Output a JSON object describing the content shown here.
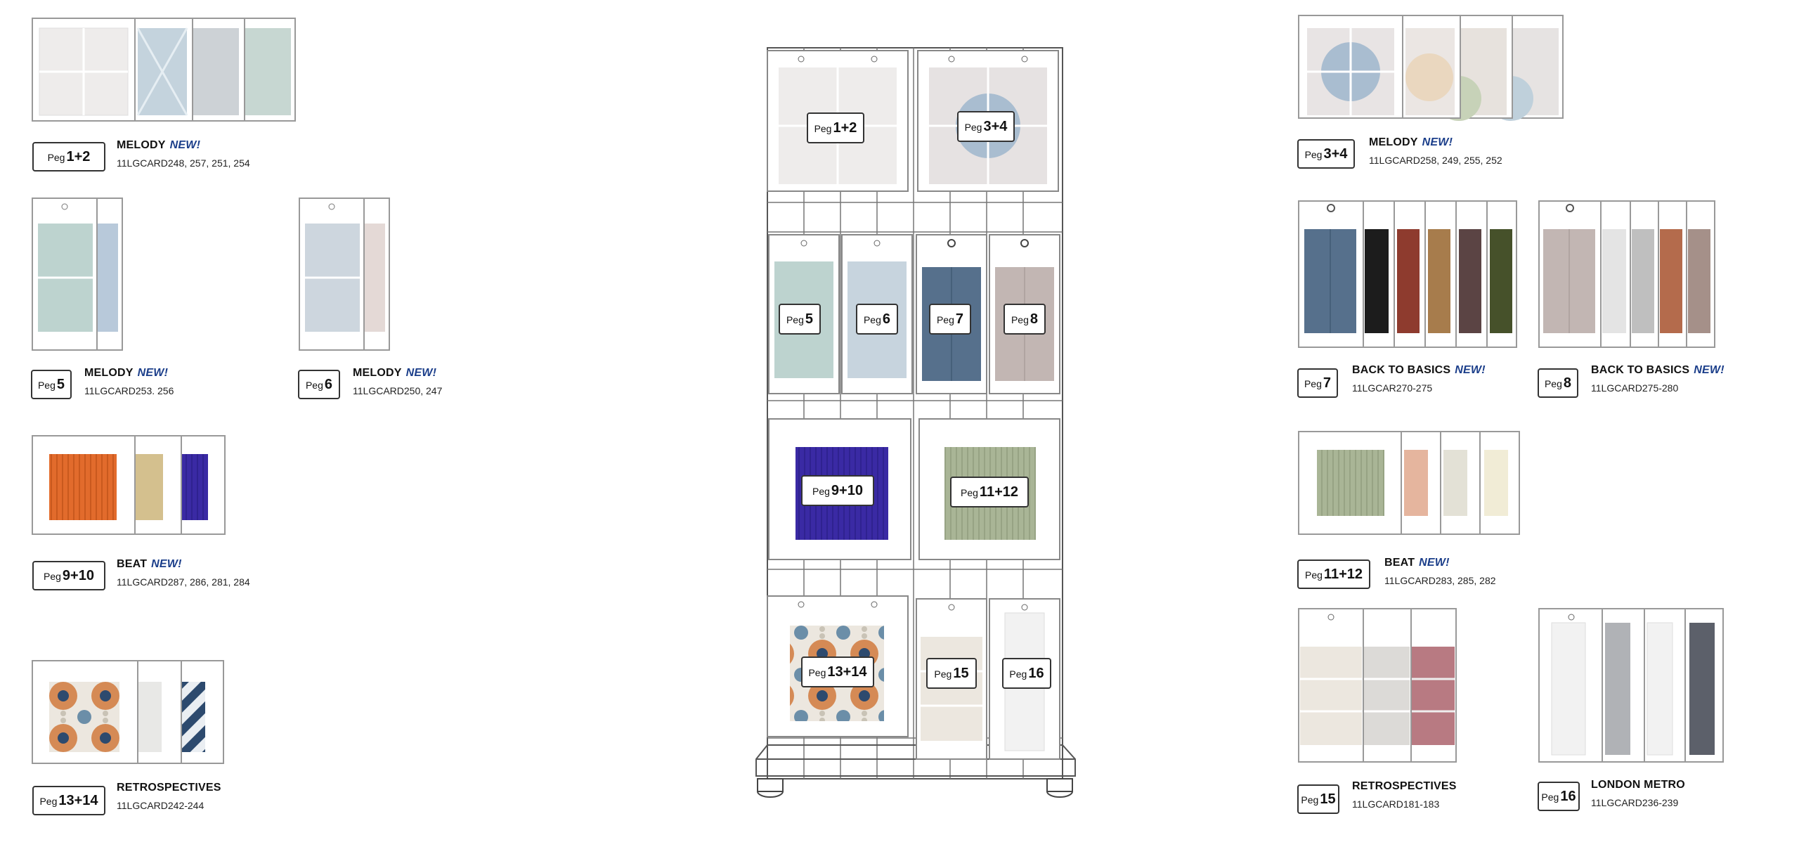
{
  "peg_prefix": "Peg",
  "new_badge": "NEW!",
  "left_column": [
    {
      "id": "1+2",
      "title": "MELODY",
      "isNew": true,
      "code": "11LGCARD248, 257, 251, 254"
    },
    {
      "id": "5",
      "title": "MELODY",
      "isNew": true,
      "code": "11LGCARD253. 256"
    },
    {
      "id": "6",
      "title": "MELODY",
      "isNew": true,
      "code": "11LGCARD250, 247"
    },
    {
      "id": "9+10",
      "title": "BEAT",
      "isNew": true,
      "code": "11LGCARD287, 286, 281, 284"
    },
    {
      "id": "13+14",
      "title": "RETROSPECTIVES",
      "isNew": false,
      "code": "11LGCARD242-244"
    }
  ],
  "right_column": [
    {
      "id": "3+4",
      "title": "MELODY",
      "isNew": true,
      "code": "11LGCARD258, 249, 255, 252"
    },
    {
      "id": "7",
      "title": "BACK TO BASICS",
      "isNew": true,
      "code": "11LGCAR270-275"
    },
    {
      "id": "8",
      "title": "BACK TO BASICS",
      "isNew": true,
      "code": "11LGCARD275-280"
    },
    {
      "id": "11+12",
      "title": "BEAT",
      "isNew": true,
      "code": "11LGCARD283, 285, 282"
    },
    {
      "id": "15",
      "title": "RETROSPECTIVES",
      "isNew": false,
      "code": "11LGCARD181-183"
    },
    {
      "id": "16",
      "title": "LONDON METRO",
      "isNew": false,
      "code": "11LGCARD236-239"
    }
  ],
  "rack_pegs": [
    "1+2",
    "3+4",
    "5",
    "6",
    "7",
    "8",
    "9+10",
    "11+12",
    "13+14",
    "15",
    "16"
  ],
  "colors": {
    "new_badge": "#1b3e8a",
    "outline": "#333333",
    "melody_white": "#eeeceb",
    "melody_blue": "#c4d3dd",
    "melody_grey": "#cdd2d6",
    "melody_green": "#c7d7d2",
    "melody_aqua": "#bdd3cf",
    "melody_pink": "#e4d9d6",
    "btb_blue": "#56708c",
    "btb_black": "#1c1c1c",
    "btb_red": "#8e3b2e",
    "btb_ochre": "#a77c4c",
    "btb_plum": "#5b4444",
    "btb_olive": "#46512a",
    "btb_taupe": "#c2b6b3",
    "btb_white": "#e4e4e4",
    "btb_silver": "#bfbfbf",
    "btb_terracotta": "#b46b4c",
    "btb_mauve": "#a59089",
    "beat_orange": "#e26b2c",
    "beat_sand": "#d4c08e",
    "beat_indigo": "#3a2aa4",
    "beat_sage": "#a9b596",
    "beat_blush": "#e5b59e",
    "beat_ivory": "#e3e1d6",
    "beat_cream": "#f1ecd6",
    "retro_orange": "#d58a55",
    "retro_navy": "#2d4a6e",
    "retro_cream": "#ece7df",
    "retro_pink": "#b87a82",
    "metro_white": "#f2f2f2",
    "metro_grey": "#b0b2b6",
    "metro_slate": "#5c606a"
  }
}
